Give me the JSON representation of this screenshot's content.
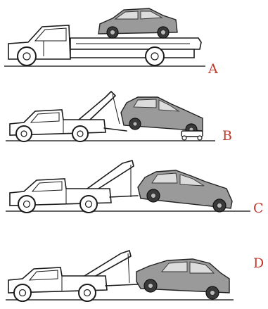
{
  "panels": [
    {
      "id": "A",
      "label": "A",
      "method": "flatbed-carrier"
    },
    {
      "id": "B",
      "label": "B",
      "method": "wheel-lift-with-dolly"
    },
    {
      "id": "C",
      "label": "C",
      "method": "boom-tow-front-wheels-raised"
    },
    {
      "id": "D",
      "label": "D",
      "method": "boom-tow-rear-wheels-raised"
    }
  ],
  "colors": {
    "label": "#c0392b",
    "line": "#1a1a1a",
    "car_fill": "#9a9a9a"
  }
}
